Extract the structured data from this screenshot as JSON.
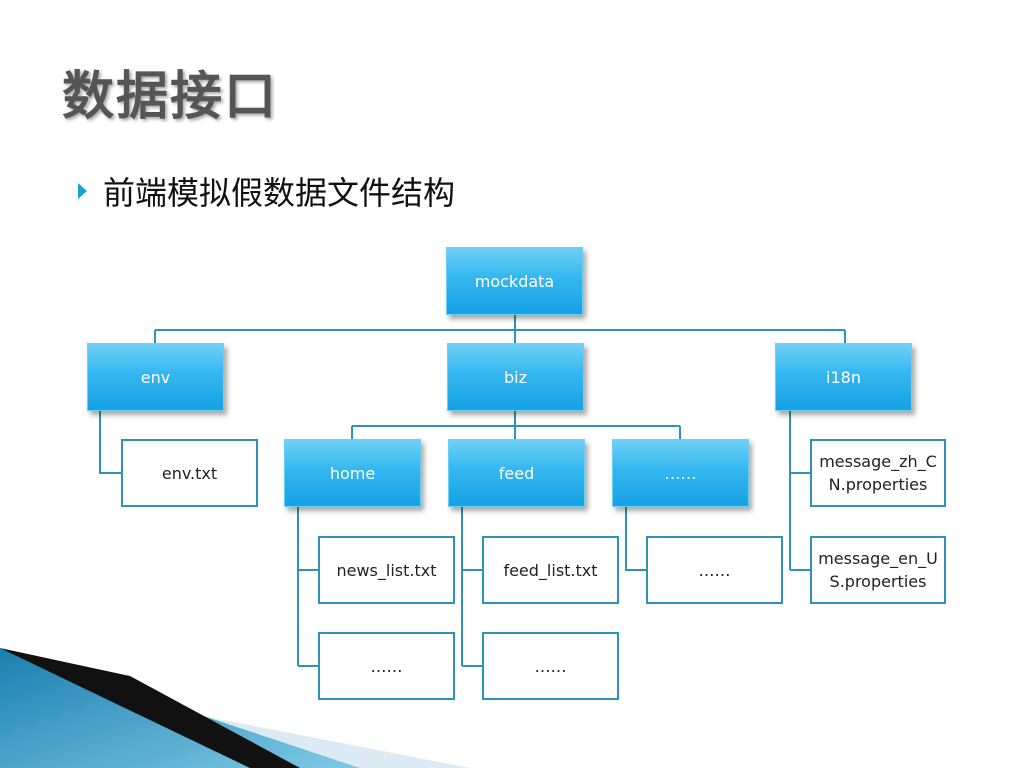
{
  "slide": {
    "title": "数据接口",
    "bullet": "前端模拟假数据文件结构"
  },
  "colors": {
    "node_blue": "#34b7ef",
    "connector": "#2f93b3",
    "bullet_accent": "#1aa2d4"
  },
  "tree": {
    "root": "mockdata",
    "env": "env",
    "biz": "biz",
    "i18n": "i18n",
    "env_txt": "env.txt",
    "home": "home",
    "feed": "feed",
    "biz_more": "……",
    "news_list": "news_list.txt",
    "home_more": "……",
    "feed_list": "feed_list.txt",
    "feed_more": "……",
    "biz_more_child": "……",
    "msg_zh": "message_zh_CN.properties",
    "msg_en": "message_en_US.properties"
  }
}
